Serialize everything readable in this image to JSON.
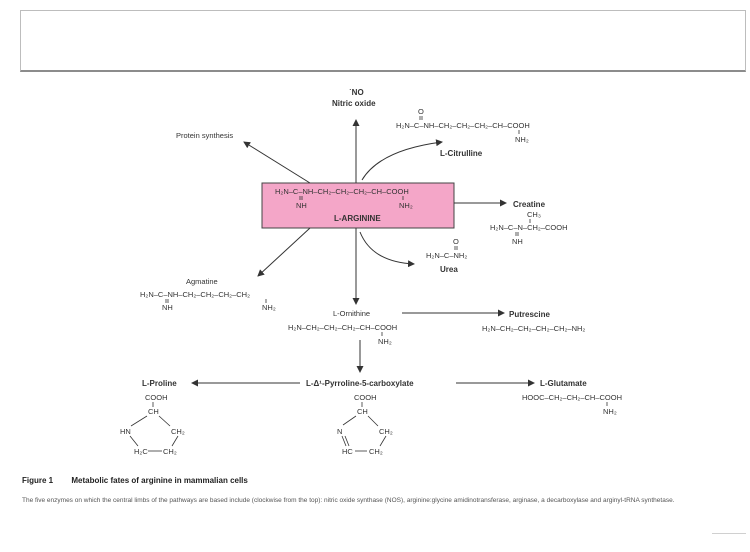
{
  "nodes": {
    "no": {
      "symbol": "˙NO",
      "name": "Nitric oxide"
    },
    "protein": "Protein synthesis",
    "citrulline": {
      "line1": "H₂N–C–NH–CH₂–CH₂–CH₂–CH–COOH",
      "carbonyl": "O",
      "amino": "NH₂",
      "name": "L-Citrulline"
    },
    "arginine": {
      "line1": "H₂N–C–NH–CH₂–CH₂–CH₂–CH–COOH",
      "imine": "NH",
      "amino": "NH₂",
      "name": "L-ARGININE"
    },
    "creatine": {
      "name": "Creatine",
      "methyl": "CH₃",
      "line1": "H₂N–C–N–CH₂–COOH",
      "imine": "NH"
    },
    "urea": {
      "carbonyl": "O",
      "line1": "H₂N–C–NH₂",
      "name": "Urea"
    },
    "agmatine": {
      "name": "Agmatine",
      "line1": "H₂N–C–NH–CH₂–CH₂–CH₂–CH₂",
      "imine": "NH",
      "amino": "NH₂"
    },
    "ornithine": {
      "name": "L-Ornithine",
      "line1": "H₂N–CH₂–CH₂–CH₂–CH–COOH",
      "amino": "NH₂"
    },
    "putrescine": {
      "name": "Putrescine",
      "line1": "H₂N–CH₂–CH₂–CH₂–CH₂–NH₂"
    },
    "proline": {
      "name": "L-Proline",
      "cooh": "COOH",
      "ch": "CH",
      "hn": "HN",
      "ch2r": "CH₂",
      "h2c": "H₂C",
      "ch2b": "CH₂"
    },
    "p5c": {
      "name": "L-Δ¹-Pyrroline-5-carboxylate",
      "cooh": "COOH",
      "ch": "CH",
      "n": "N",
      "ch2r": "CH₂",
      "hc": "HC",
      "ch2b": "CH₂"
    },
    "glutamate": {
      "name": "L-Glutamate",
      "line1": "HOOC–CH₂–CH₂–CH–COOH",
      "amino": "NH₂"
    }
  },
  "caption": {
    "number": "Figure 1",
    "title": "Metabolic fates of arginine in mammalian cells",
    "body": "The five enzymes on which the central limbs of the pathways are based include (clockwise from the top): nitric oxide synthase (NOS), arginine:glycine amidinotransferase, arginase, a decarboxylase and arginyl-tRNA synthetase."
  },
  "colors": {
    "arginine_box": "#f4a6c8",
    "arginine_box_border": "#444444",
    "arrow": "#333333"
  }
}
